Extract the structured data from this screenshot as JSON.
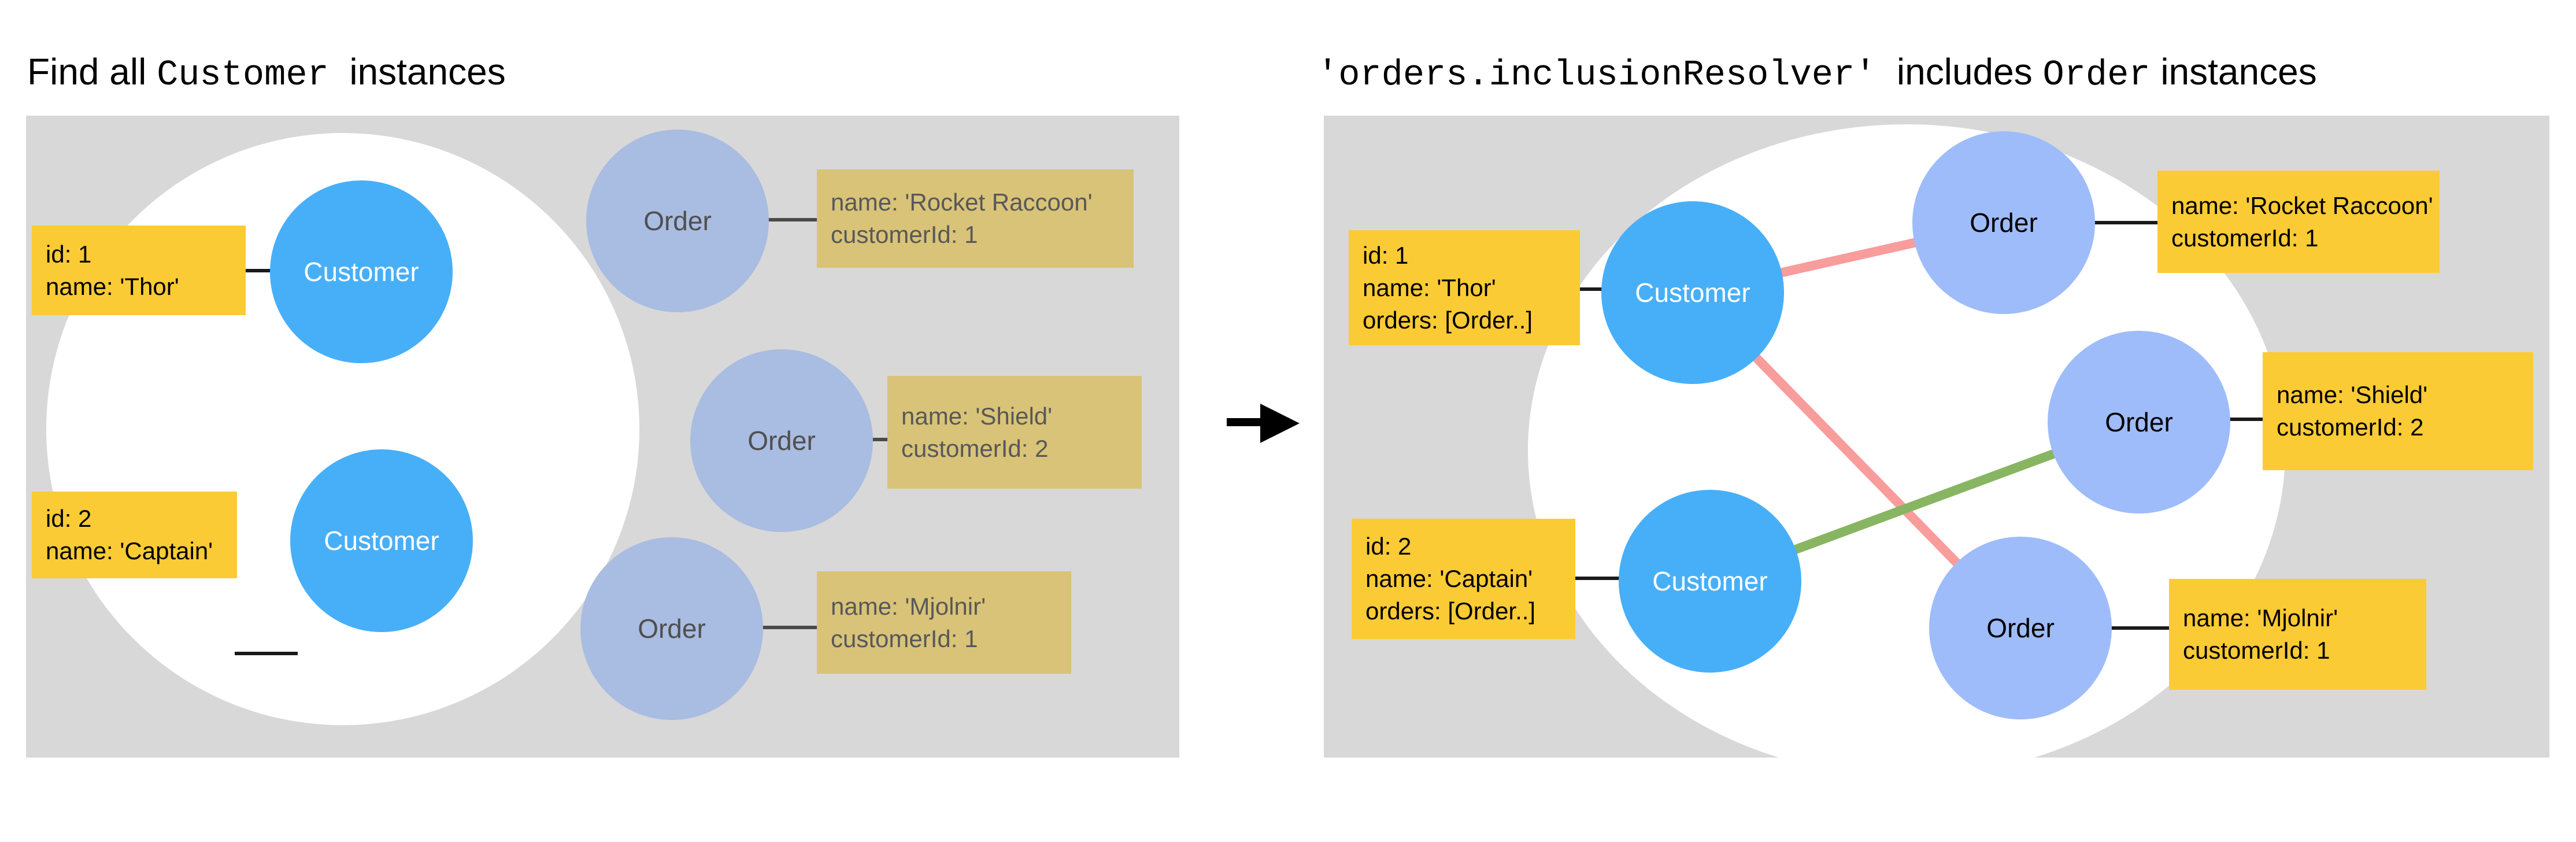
{
  "palette": {
    "panel_background": "#d8d8d8",
    "set_ellipse": "#ffffff",
    "customer_circle": "#47aff8",
    "order_circle_left": "#a9bce1",
    "order_circle_right": "#9fbcfa",
    "customer_label_box": "#fbcb35",
    "order_label_box_left": "#d8c378",
    "order_label_box_right": "#fbcb35",
    "relation_line_red": "#f89c9c",
    "relation_line_green": "#88b561",
    "connector_line": "#1a1a1a"
  },
  "left": {
    "title": [
      {
        "text": "Find all ",
        "style": "sans"
      },
      {
        "text": "Customer",
        "style": "mono"
      },
      {
        "text": "  instances",
        "style": "sans"
      }
    ],
    "customers": [
      {
        "label": "Customer",
        "props": "id: 1\nname: 'Thor'"
      },
      {
        "label": "Customer",
        "props": "id: 2\nname: 'Captain'"
      }
    ],
    "orders": [
      {
        "label": "Order",
        "props": "name:  'Rocket Raccoon'\ncustomerId: 1"
      },
      {
        "label": "Order",
        "props": "name:  'Shield'\ncustomerId: 2"
      },
      {
        "label": "Order",
        "props": "name:  'Mjolnir'\ncustomerId: 1"
      }
    ]
  },
  "right": {
    "title": [
      {
        "text": "'orders.inclusionResolver'",
        "style": "mono"
      },
      {
        "text": "  includes ",
        "style": "sans"
      },
      {
        "text": "Order",
        "style": "mono"
      },
      {
        "text": " instances",
        "style": "sans"
      }
    ],
    "customers": [
      {
        "label": "Customer",
        "props": "id: 1\nname: 'Thor'\norders: [Order..]"
      },
      {
        "label": "Customer",
        "props": "id: 2\nname: 'Captain'\norders: [Order..]"
      }
    ],
    "orders": [
      {
        "label": "Order",
        "props": "name:  'Rocket Raccoon'\ncustomerId: 1"
      },
      {
        "label": "Order",
        "props": "name:  'Shield'\ncustomerId: 2"
      },
      {
        "label": "Order",
        "props": "name:  'Mjolnir'\ncustomerId: 1"
      }
    ],
    "relations": [
      {
        "from": "customer-1",
        "to": "order-rocket-raccoon",
        "color": "#f89c9c"
      },
      {
        "from": "customer-1",
        "to": "order-mjolnir",
        "color": "#f89c9c"
      },
      {
        "from": "customer-2",
        "to": "order-shield",
        "color": "#88b561"
      }
    ]
  }
}
